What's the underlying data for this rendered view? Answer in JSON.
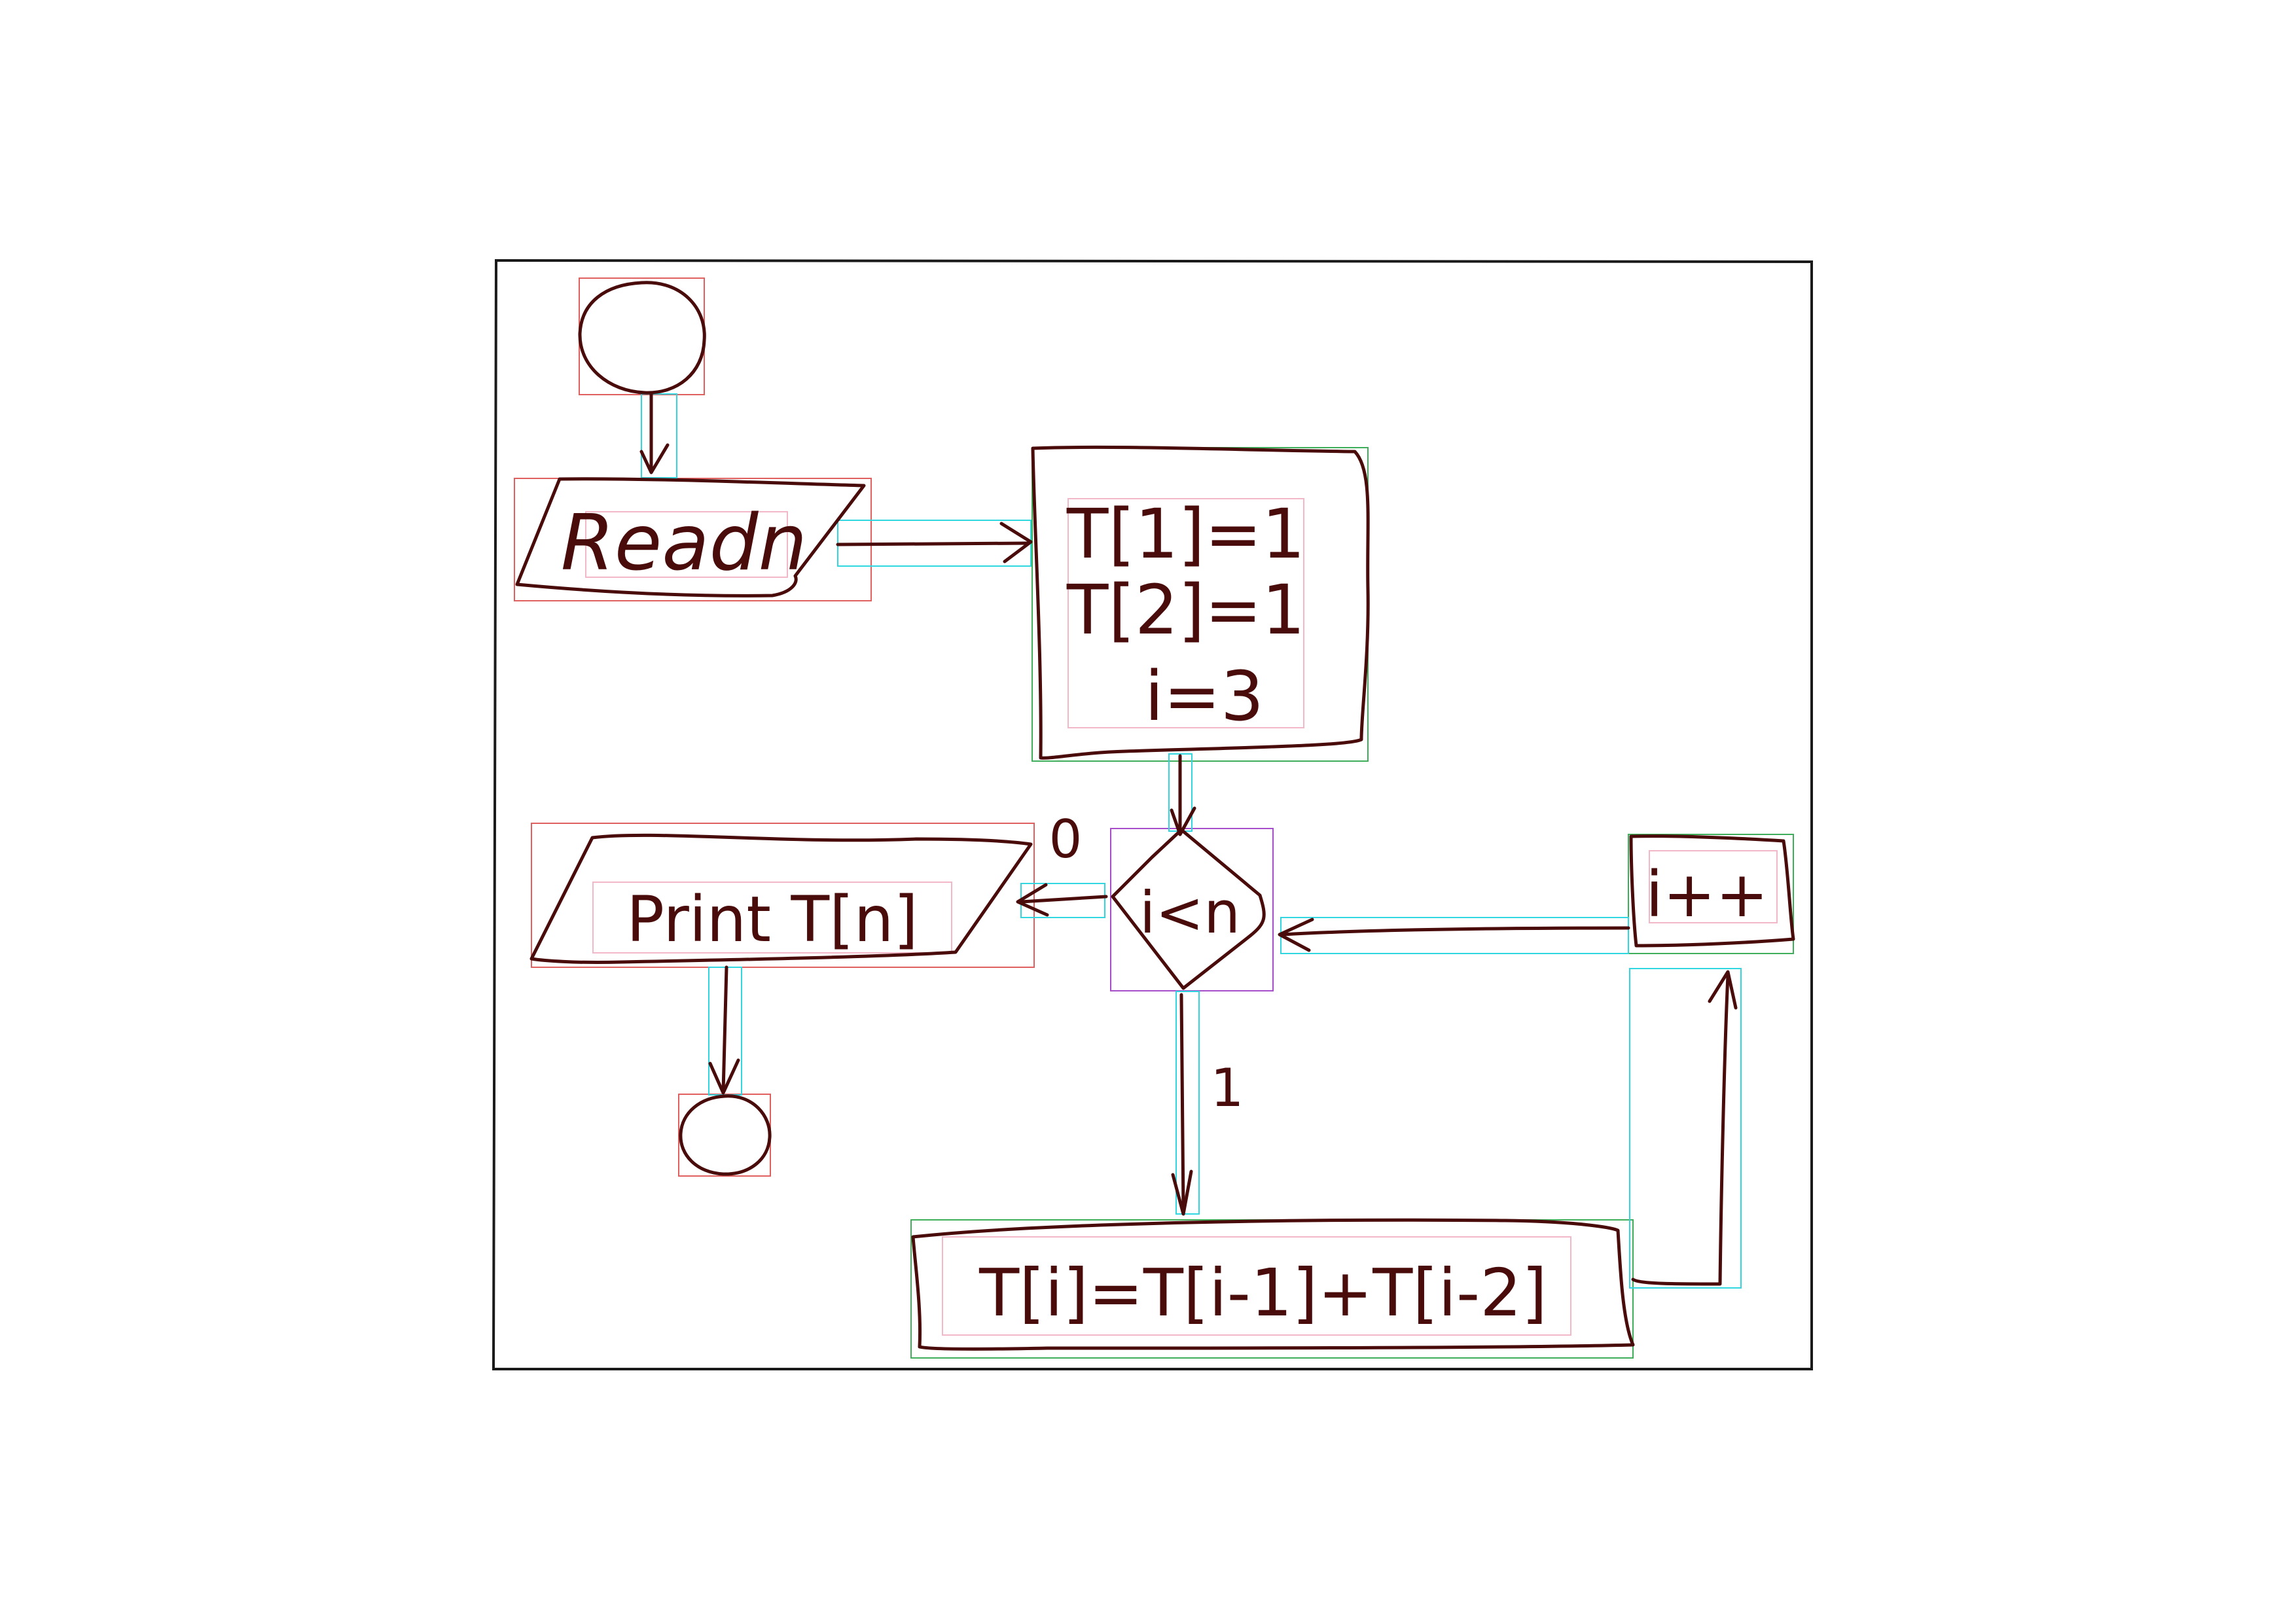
{
  "diagram": {
    "nodes": [
      {
        "id": "start",
        "shape": "circle",
        "label": ""
      },
      {
        "id": "read",
        "shape": "parallelogram",
        "label": "Readn"
      },
      {
        "id": "init",
        "shape": "rectangle",
        "lines": [
          "T[1]=1",
          "T[2]=1",
          "i=3"
        ]
      },
      {
        "id": "decision",
        "shape": "diamond",
        "label": "i<n"
      },
      {
        "id": "print",
        "shape": "parallelogram",
        "label": "Print T[n]"
      },
      {
        "id": "end",
        "shape": "circle",
        "label": ""
      },
      {
        "id": "compute",
        "shape": "rectangle",
        "label": "T[i]=T[i-1]+T[i-2]"
      },
      {
        "id": "increment",
        "shape": "rectangle",
        "label": "i++"
      }
    ],
    "edges": [
      {
        "from": "start",
        "to": "read",
        "label": ""
      },
      {
        "from": "read",
        "to": "init",
        "label": ""
      },
      {
        "from": "init",
        "to": "decision",
        "label": ""
      },
      {
        "from": "decision",
        "to": "print",
        "label": "0"
      },
      {
        "from": "decision",
        "to": "compute",
        "label": "1"
      },
      {
        "from": "print",
        "to": "end",
        "label": ""
      },
      {
        "from": "compute",
        "to": "increment",
        "label": ""
      },
      {
        "from": "increment",
        "to": "decision",
        "label": ""
      }
    ]
  },
  "colors": {
    "ink": "#4a0b0b",
    "frame": "#1a1a1a",
    "bbox_shape": "#e06060",
    "bbox_process": "#3fae5a",
    "bbox_decision": "#a64ec9",
    "bbox_arrow": "#30d6e0",
    "bbox_text": "#f2b8c8"
  }
}
